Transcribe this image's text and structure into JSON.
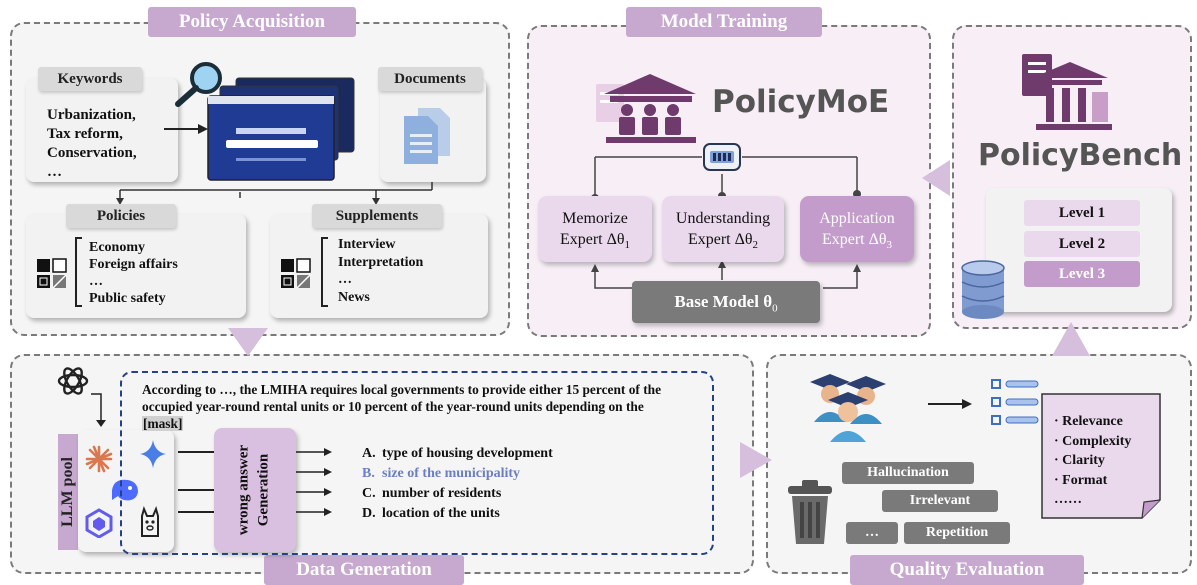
{
  "sections": {
    "policy_acquisition": "Policy Acquisition",
    "model_training": "Model Training",
    "data_generation": "Data Generation",
    "quality_evaluation": "Quality Evaluation"
  },
  "acquisition": {
    "keywords_title": "Keywords",
    "keywords": [
      "Urbanization,",
      "Tax reform,",
      "Conservation,",
      "…"
    ],
    "documents_title": "Documents",
    "policies_title": "Policies",
    "policies": [
      "Economy",
      "Foreign affairs",
      "…",
      "Public safety"
    ],
    "supplements_title": "Supplements",
    "supplements": [
      "Interview",
      "Interpretation",
      "…",
      "News"
    ]
  },
  "training": {
    "title": "PolicyMoE",
    "experts": [
      {
        "line1": "Memorize",
        "line2": "Expert Δθ",
        "sub": "1"
      },
      {
        "line1": "Understanding",
        "line2": "Expert Δθ",
        "sub": "2"
      },
      {
        "line1": "Application",
        "line2": "Expert Δθ",
        "sub": "3"
      }
    ],
    "base_label": "Base Model θ",
    "base_sub": "0"
  },
  "bench": {
    "title": "PolicyBench",
    "levels": [
      "Level 1",
      "Level 2",
      "Level 3"
    ]
  },
  "generation": {
    "question_main": "According to …, the LMIHA requires local governments to provide either 15 percent of the occupied year-round rental units or 10 percent of the year-round units depending on the",
    "mask": "[mask]",
    "llm_pool": "LLM pool",
    "wrong_answer": "wrong answer",
    "generation_label": "Generation",
    "options": [
      {
        "letter": "A.",
        "text": "type of housing development",
        "correct": false
      },
      {
        "letter": "B.",
        "text": "size of the municipality",
        "correct": true
      },
      {
        "letter": "C.",
        "text": "number of residents",
        "correct": false
      },
      {
        "letter": "D.",
        "text": "location of the units",
        "correct": false
      }
    ]
  },
  "quality": {
    "criteria": [
      "· Relevance",
      "· Complexity",
      "· Clarity",
      "· Format",
      "……"
    ],
    "discarded": [
      "Hallucination",
      "Irrelevant",
      "…",
      "Repetition"
    ]
  },
  "colors": {
    "accent": "#c7a8cf",
    "accent_dark": "#b286bd",
    "expert_fill": "#ead9ed",
    "expert_active": "#c39ccb",
    "base_model": "#7a7a7a",
    "correct_option": "#6b7fc0",
    "icon_purple": "#6f3b6c"
  }
}
